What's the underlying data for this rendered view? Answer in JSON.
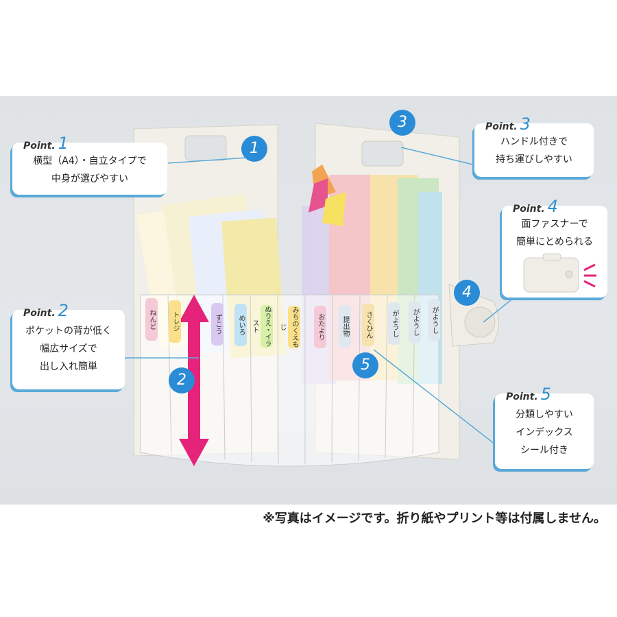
{
  "points": [
    {
      "label": "Point.",
      "number": "1",
      "lines": [
        "横型（A4）・自立タイプで",
        "中身が選びやすい"
      ]
    },
    {
      "label": "Point.",
      "number": "2",
      "lines": [
        "ポケットの背が低く",
        "幅広サイズで",
        "出し入れ簡単"
      ]
    },
    {
      "label": "Point.",
      "number": "3",
      "lines": [
        "ハンドル付きで",
        "持ち運びしやすい"
      ]
    },
    {
      "label": "Point.",
      "number": "4",
      "lines": [
        "面ファスナーで",
        "簡単にとめられる"
      ]
    },
    {
      "label": "Point.",
      "number": "5",
      "lines": [
        "分類しやすい",
        "インデックス",
        "シール付き"
      ]
    }
  ],
  "badges": [
    "1",
    "2",
    "3",
    "4",
    "5"
  ],
  "index_tabs": [
    "ねんど",
    "トレジ",
    "ずこう",
    "めいろ",
    "ぬりえ・イラスト",
    "みちのくえもじ",
    "おたより",
    "提出物",
    "さくひん",
    "がようし",
    "がようし",
    "がようし"
  ],
  "footer_note": "※写真はイメージです。折り紙やプリント等は付属しません。",
  "colors": {
    "accent": "#2a8bd6",
    "arrow": "#e6237a",
    "background": "#e2e6e9"
  }
}
